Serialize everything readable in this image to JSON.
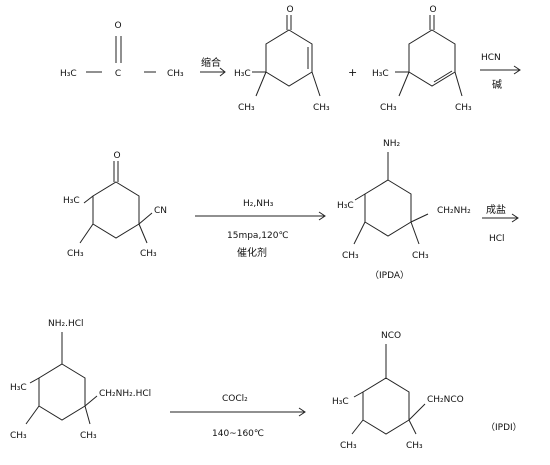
{
  "acetone": {
    "c": "C",
    "o": "O",
    "left": "H₃C",
    "right": "CH₃"
  },
  "isophorone_a": {
    "o": "O",
    "h3c": "H₃C",
    "ch3_a": "CH₃",
    "ch3_b": "CH₃"
  },
  "isophorone_b": {
    "o": "O",
    "h3c": "H₃C",
    "ch3_a": "CH₃",
    "ch3_b": "CH₃"
  },
  "plus": "+",
  "step1": {
    "reagent": "缩合"
  },
  "step2": {
    "top": "HCN",
    "bottom": "碱"
  },
  "nitrile": {
    "o": "O",
    "h3c": "H₃C",
    "cn": "CN",
    "ch3_a": "CH₃",
    "ch3_b": "CH₃"
  },
  "step3": {
    "top": "H₂,NH₃",
    "bottom1": "15mpa,120℃",
    "bottom2": "催化剂"
  },
  "ipda": {
    "nh2": "NH₂",
    "h3c": "H₃C",
    "ch2nh2": "CH₂NH₂",
    "ch3_a": "CH₃",
    "ch3_b": "CH₃",
    "name": "（IPDA）"
  },
  "step4": {
    "top": "成盐",
    "bottom": "HCl"
  },
  "salt": {
    "nh2hcl": "NH₂.HCl",
    "h3c": "H₃C",
    "ch2nh2hcl": "CH₂NH₂.HCl",
    "ch3_a": "CH₃",
    "ch3_b": "CH₃"
  },
  "step5": {
    "top": "COCl₂",
    "bottom": "140~160℃"
  },
  "ipdi": {
    "nco": "NCO",
    "h3c": "H₃C",
    "ch2nco": "CH₂NCO",
    "ch3_a": "CH₃",
    "ch3_b": "CH₃",
    "name": "（IPDI）"
  }
}
